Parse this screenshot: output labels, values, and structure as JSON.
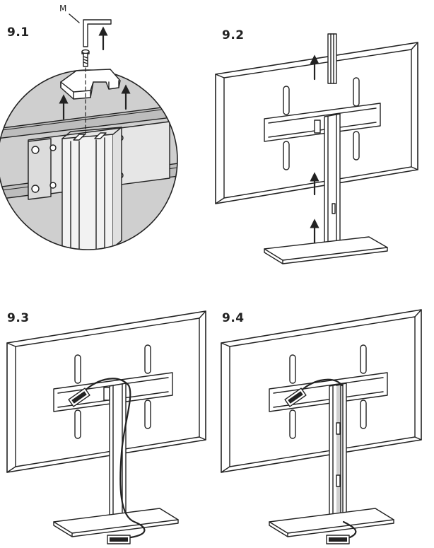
{
  "steps": [
    {
      "label": "9.1"
    },
    {
      "label": "9.2"
    },
    {
      "label": "9.3"
    },
    {
      "label": "9.4"
    }
  ],
  "callouts": {
    "screw_key": "M"
  },
  "colors": {
    "line": "#222222",
    "shade": "#cfcfcf",
    "light_shade": "#e6e6e6"
  }
}
